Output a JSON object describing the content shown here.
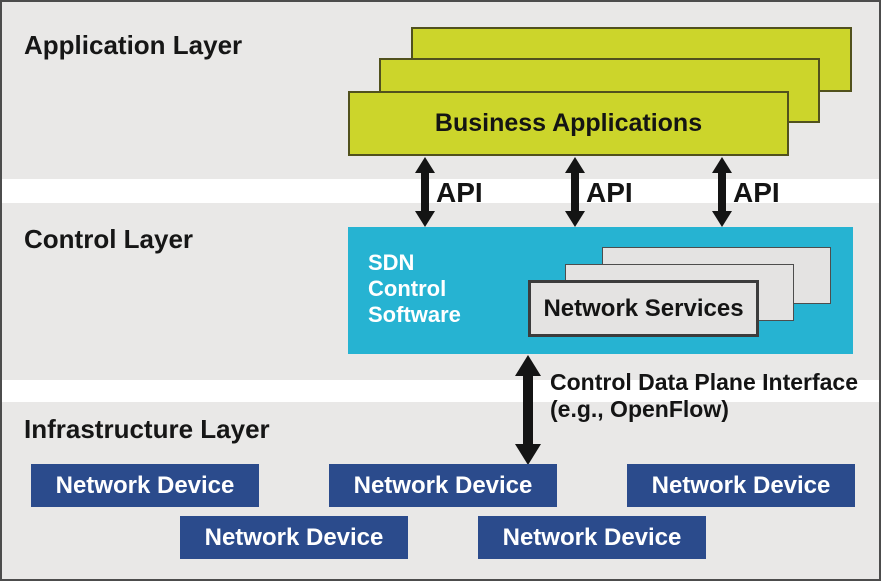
{
  "layers": {
    "application": {
      "label": "Application Layer"
    },
    "control": {
      "label": "Control Layer"
    },
    "infrastructure": {
      "label": "Infrastructure Layer"
    }
  },
  "application": {
    "business_applications": {
      "label": "Business Applications",
      "stack_count": 3
    }
  },
  "api": {
    "labels": [
      "API",
      "API",
      "API"
    ]
  },
  "control": {
    "sdn_software": {
      "lines": [
        "SDN",
        "Control",
        "Software"
      ]
    },
    "network_services": {
      "label": "Network Services",
      "stack_count": 3
    }
  },
  "interface": {
    "line1": "Control Data Plane Interface",
    "line2": "(e.g., OpenFlow)"
  },
  "infrastructure": {
    "devices": [
      "Network Device",
      "Network Device",
      "Network Device",
      "Network Device",
      "Network Device"
    ]
  },
  "colors": {
    "application_green": "#ccd52b",
    "control_cyan": "#26b3d2",
    "device_blue": "#2b4b8c",
    "band_gray": "#e9e8e7",
    "services_gray": "#e4e3e2",
    "arrow_black": "#141414"
  }
}
